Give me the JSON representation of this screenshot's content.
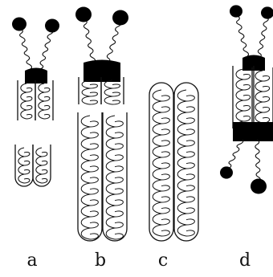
{
  "panels": [
    {
      "id": "a",
      "label": "a"
    },
    {
      "id": "b",
      "label": "b"
    },
    {
      "id": "c",
      "label": "c"
    },
    {
      "id": "d",
      "label": "d"
    }
  ],
  "colors": {
    "ink": "#111111",
    "fill": "#000000",
    "background": "#ffffff"
  }
}
